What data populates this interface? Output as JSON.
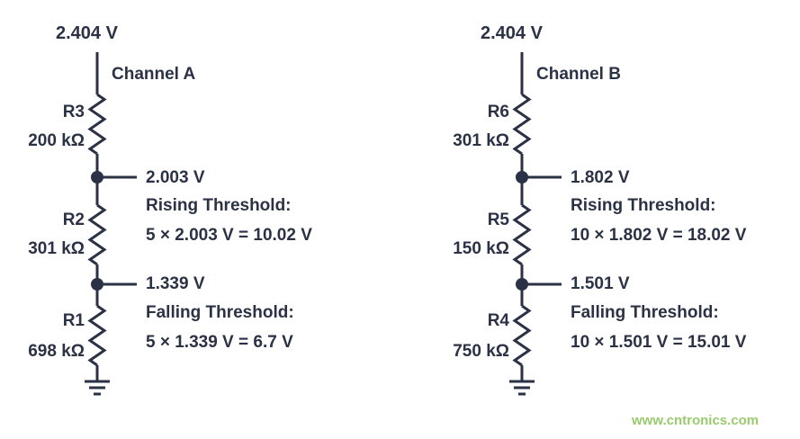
{
  "colors": {
    "line": "#2b3245",
    "text": "#2b3245",
    "watermark_green": "#9aca6d"
  },
  "channels": [
    {
      "supply": "2.404 V",
      "name": "Channel A",
      "resistors": [
        {
          "ref": "R3",
          "value": "200 kΩ"
        },
        {
          "ref": "R2",
          "value": "301 kΩ"
        },
        {
          "ref": "R1",
          "value": "698 kΩ"
        }
      ],
      "taps": [
        {
          "voltage": "2.003 V",
          "threshold_label": "Rising Threshold:",
          "formula": "5 × 2.003 V = 10.02 V"
        },
        {
          "voltage": "1.339 V",
          "threshold_label": "Falling Threshold:",
          "formula": "5 × 1.339 V = 6.7 V"
        }
      ]
    },
    {
      "supply": "2.404 V",
      "name": "Channel B",
      "resistors": [
        {
          "ref": "R6",
          "value": "301 kΩ"
        },
        {
          "ref": "R5",
          "value": "150 kΩ"
        },
        {
          "ref": "R4",
          "value": "750 kΩ"
        }
      ],
      "taps": [
        {
          "voltage": "1.802 V",
          "threshold_label": "Rising Threshold:",
          "formula": "10 × 1.802 V = 18.02 V"
        },
        {
          "voltage": "1.501 V",
          "threshold_label": "Falling Threshold:",
          "formula": "10 × 1.501 V = 15.01 V"
        }
      ]
    }
  ],
  "watermark": "www.cntronics.com"
}
